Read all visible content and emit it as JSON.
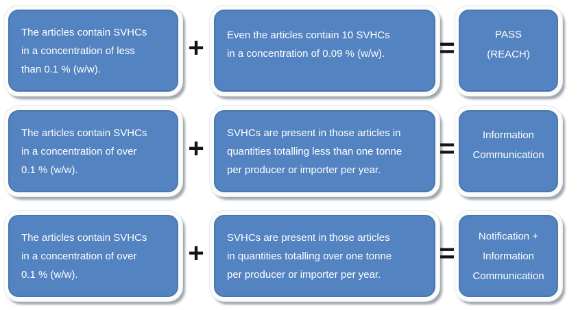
{
  "diagram": {
    "subject": "SVHC concentration and tonnage rules under REACH",
    "colors": {
      "box_fill": "#5383c0",
      "box_inner_border": "#4a76ad",
      "box_frame": "#fafbfb",
      "drop_shadow": "#808a96",
      "text": "#ffffff",
      "operator": "#141414",
      "background": "#ffffff"
    },
    "rows": [
      {
        "condition": "The articles contain SVHCs\nin a concentration of less\nthan 0.1 % (w/w).",
        "operator_plus": "+",
        "quantity": "Even the articles contain 10 SVHCs\nin a concentration of 0.09 % (w/w).",
        "operator_equals": "=",
        "result": "PASS\n(REACH)"
      },
      {
        "condition": "The articles contain SVHCs\nin a concentration of over\n0.1 % (w/w).",
        "operator_plus": "+",
        "quantity": "SVHCs are present in those articles in\nquantities totalling less than one tonne\nper producer or importer per year.",
        "operator_equals": "=",
        "result": "Information\nCommunication"
      },
      {
        "condition": "The articles contain SVHCs\nin a concentration of over\n0.1 % (w/w).",
        "operator_plus": "+",
        "quantity": "SVHCs are present in those articles\nin quantities totalling over one tonne\nper producer or importer per year.",
        "operator_equals": "=",
        "result": "Notification +\nInformation\nCommunication"
      }
    ]
  }
}
